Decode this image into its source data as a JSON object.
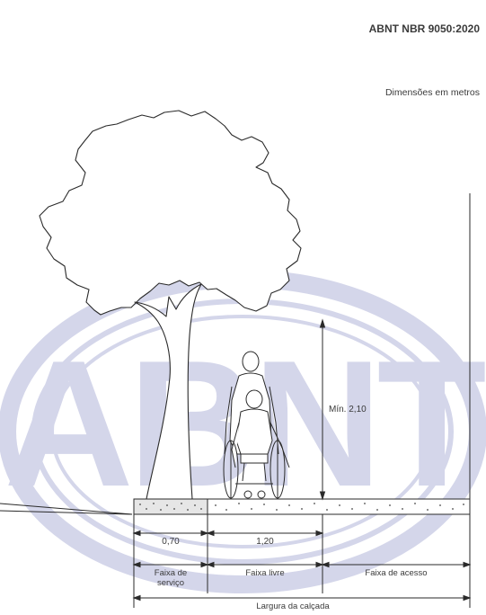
{
  "header": {
    "standard": "ABNT NBR 9050:2020",
    "units_note": "Dimensões em metros"
  },
  "watermark": {
    "text": "ABNT",
    "color": "#d4d6ea"
  },
  "dimensions": {
    "min_height": "Mín. 2,10",
    "service_width": "0,70",
    "free_width": "1,20"
  },
  "zones": {
    "service": [
      "Faixa de",
      "serviço"
    ],
    "free": "Faixa livre",
    "access": "Faixa de acesso"
  },
  "sidewalk_width": "Largura da calçada",
  "colors": {
    "line": "#2a2a2a",
    "text": "#3a3a3a"
  }
}
